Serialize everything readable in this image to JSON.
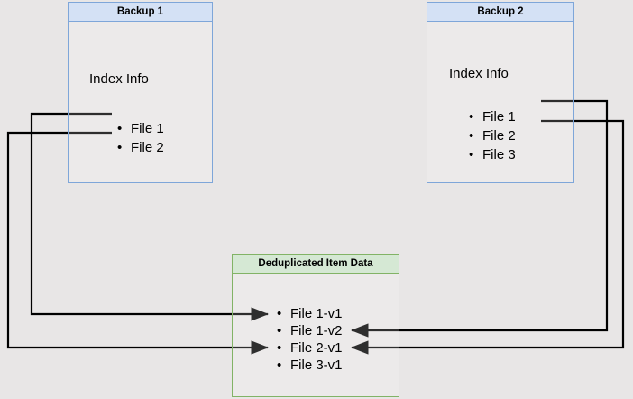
{
  "diagram": {
    "title": "Backup deduplication index diagram",
    "background_color": "#e8e6e6",
    "edge_color": "#000000"
  },
  "nodes": {
    "backup1": {
      "title": "Backup 1",
      "section_label": "Index Info",
      "header_color": "#d4e1f5",
      "border_color": "#7ea6d9",
      "files": [
        "File 1",
        "File 2"
      ]
    },
    "backup2": {
      "title": "Backup 2",
      "section_label": "Index Info",
      "header_color": "#d4e1f5",
      "border_color": "#7ea6d9",
      "files": [
        "File 1",
        "File 2",
        "File 3"
      ]
    },
    "dedup": {
      "title": "Deduplicated Item Data",
      "header_color": "#d5e8d4",
      "border_color": "#82b366",
      "items": [
        "File 1-v1",
        "File 1-v2",
        "File 2-v1",
        "File 3-v1"
      ]
    }
  },
  "edges": [
    {
      "from": "backup1.File 1",
      "to": "dedup.File 1-v1",
      "direction": "left-around"
    },
    {
      "from": "backup1.File 2",
      "to": "dedup.File 2-v1",
      "direction": "left-around"
    },
    {
      "from": "backup2.File 1",
      "to": "dedup.File 1-v2",
      "direction": "right-around"
    },
    {
      "from": "backup2.File 2",
      "to": "dedup.File 2-v1",
      "direction": "right-around"
    }
  ]
}
